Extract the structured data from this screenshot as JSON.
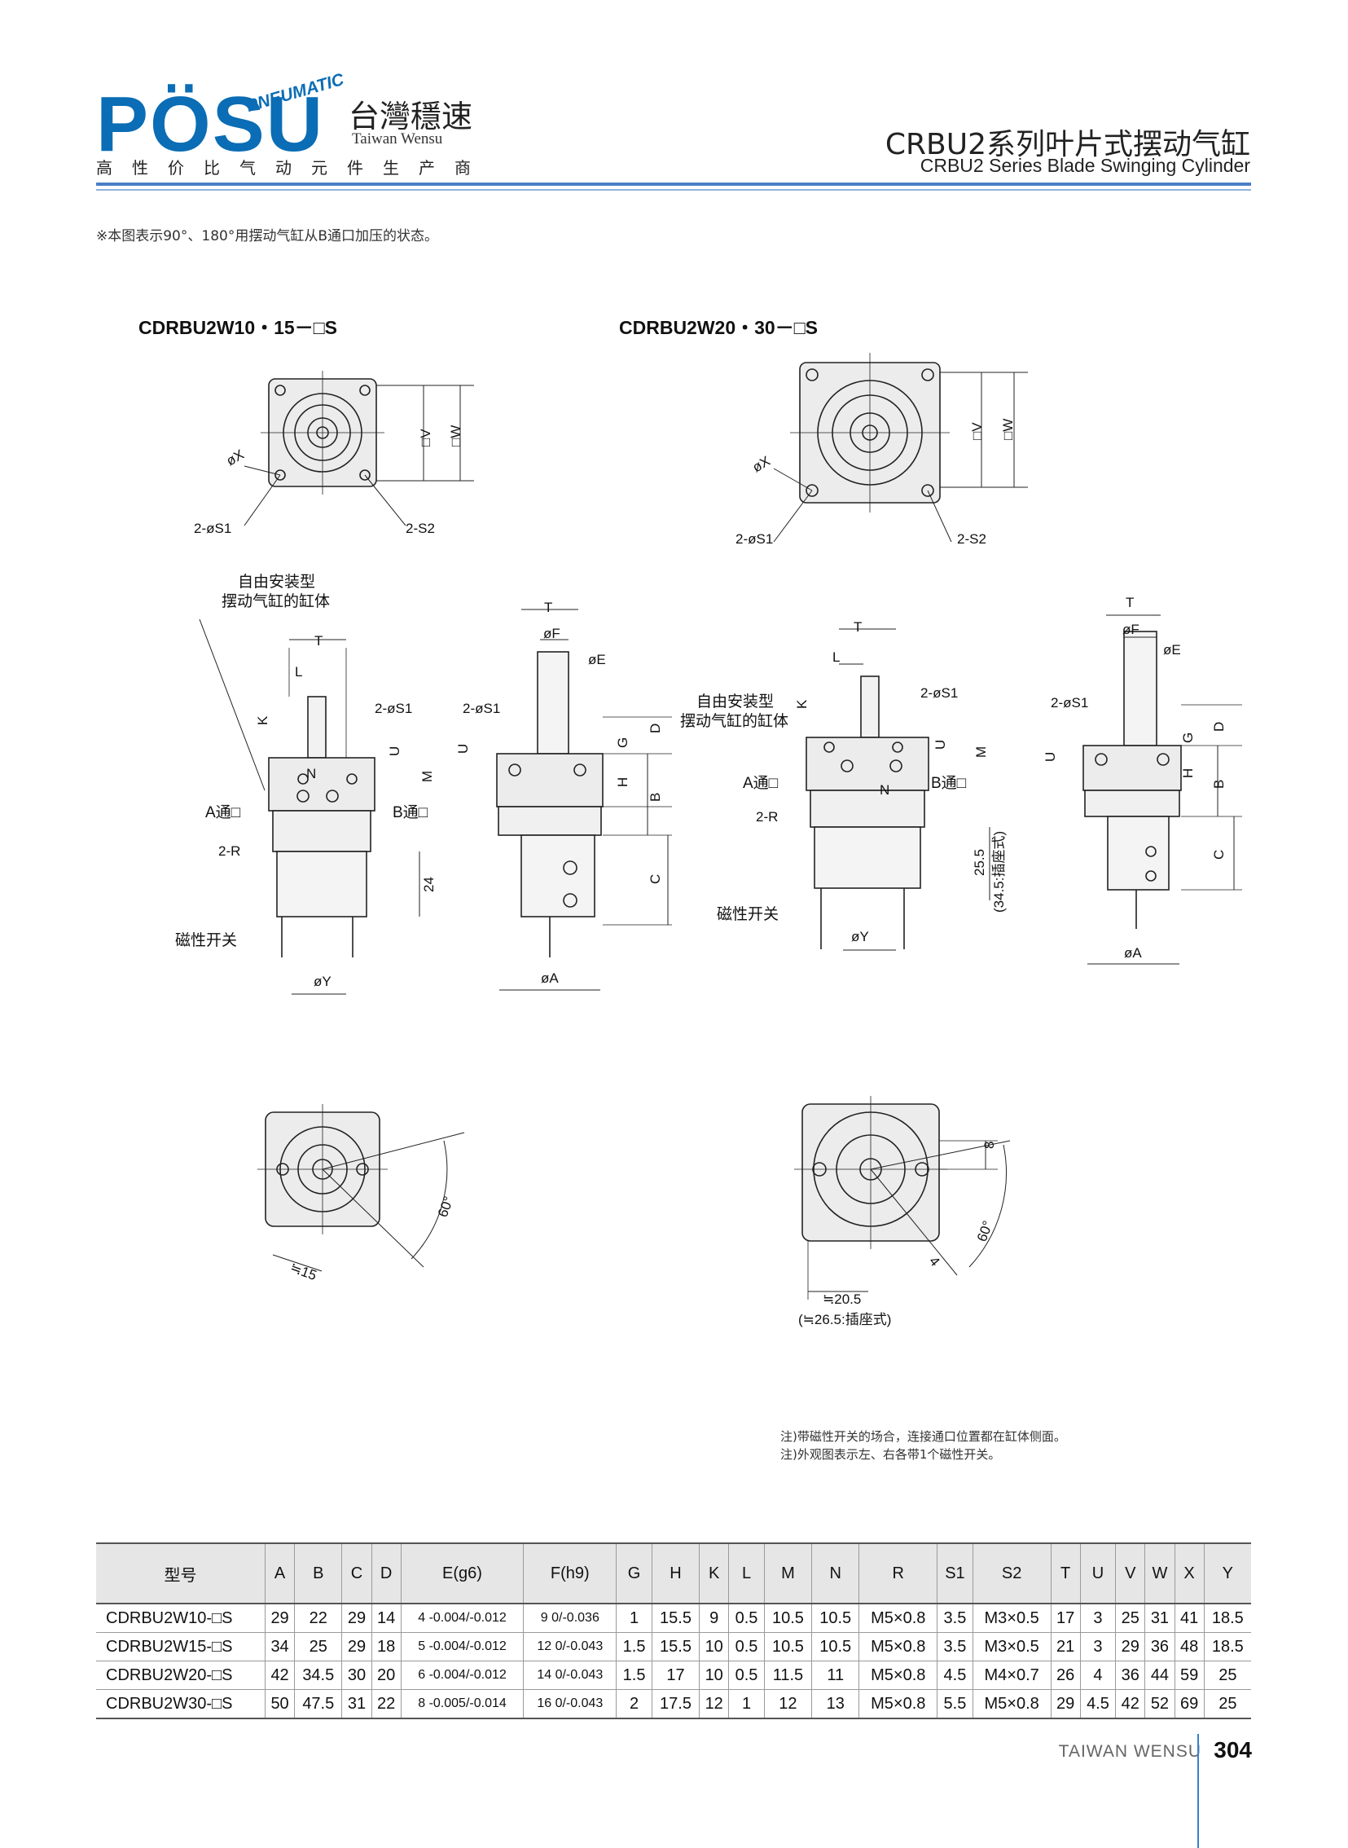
{
  "header": {
    "logo_text": "PÖSU",
    "logo_sub": "PNEUMATIC",
    "brand_cn": "台灣穩速",
    "brand_en": "Taiwan Wensu",
    "tagline": "高性价比气动元件生产商",
    "title_cn": "CRBU2系列叶片式摆动气缸",
    "title_en": "CRBU2 Series Blade Swinging Cylinder"
  },
  "top_note": "※本图表示90°、180°用摆动气缸从B通口加压的状态。",
  "drawings": {
    "left_model": "CDRBU2W10・15－□S",
    "right_model": "CDRBU2W20・30－□S",
    "labels": {
      "phiX": "øX",
      "V": "□V",
      "W": "□W",
      "S1": "2-øS1",
      "S2": "2-S2",
      "body_note_1": "自由安装型",
      "body_note_2": "摆动气缸的缸体",
      "T": "T",
      "L": "L",
      "K": "K",
      "N": "N",
      "U": "U",
      "M": "M",
      "portA": "A通□",
      "portB": "B通□",
      "R": "2-R",
      "switch": "磁性开关",
      "dim24": "24",
      "phiY": "øY",
      "phiF": "øF",
      "phiE": "øE",
      "G": "G",
      "D": "D",
      "H": "H",
      "B": "B",
      "C": "C",
      "phiA": "øA",
      "dim25": "25.5",
      "dim25b": "(34.5:插座式)",
      "angle60": "60°",
      "dim15": "≒15",
      "dim8": "8",
      "dim4": "4",
      "dim20": "≒20.5",
      "dim20b": "(≒26.5:插座式)"
    }
  },
  "bottom_notes": [
    "注)带磁性开关的场合，连接通口位置都在缸体侧面。",
    "注)外观图表示左、右各带1个磁性开关。"
  ],
  "table": {
    "headers": [
      "型号",
      "A",
      "B",
      "C",
      "D",
      "E(g6)",
      "F(h9)",
      "G",
      "H",
      "K",
      "L",
      "M",
      "N",
      "R",
      "S1",
      "S2",
      "T",
      "U",
      "V",
      "W",
      "X",
      "Y"
    ],
    "rows": [
      [
        "CDRBU2W10-□S",
        "29",
        "22",
        "29",
        "14",
        "4 -0.004/-0.012",
        "9 0/-0.036",
        "1",
        "15.5",
        "9",
        "0.5",
        "10.5",
        "10.5",
        "M5×0.8",
        "3.5",
        "M3×0.5",
        "17",
        "3",
        "25",
        "31",
        "41",
        "18.5"
      ],
      [
        "CDRBU2W15-□S",
        "34",
        "25",
        "29",
        "18",
        "5 -0.004/-0.012",
        "12 0/-0.043",
        "1.5",
        "15.5",
        "10",
        "0.5",
        "10.5",
        "10.5",
        "M5×0.8",
        "3.5",
        "M3×0.5",
        "21",
        "3",
        "29",
        "36",
        "48",
        "18.5"
      ],
      [
        "CDRBU2W20-□S",
        "42",
        "34.5",
        "30",
        "20",
        "6 -0.004/-0.012",
        "14 0/-0.043",
        "1.5",
        "17",
        "10",
        "0.5",
        "11.5",
        "11",
        "M5×0.8",
        "4.5",
        "M4×0.7",
        "26",
        "4",
        "36",
        "44",
        "59",
        "25"
      ],
      [
        "CDRBU2W30-□S",
        "50",
        "47.5",
        "31",
        "22",
        "8 -0.005/-0.014",
        "16 0/-0.043",
        "2",
        "17.5",
        "12",
        "1",
        "12",
        "13",
        "M5×0.8",
        "5.5",
        "M5×0.8",
        "29",
        "4.5",
        "42",
        "52",
        "69",
        "25"
      ]
    ]
  },
  "footer": {
    "brand": "TAIWAN WENSU",
    "page": "304"
  }
}
